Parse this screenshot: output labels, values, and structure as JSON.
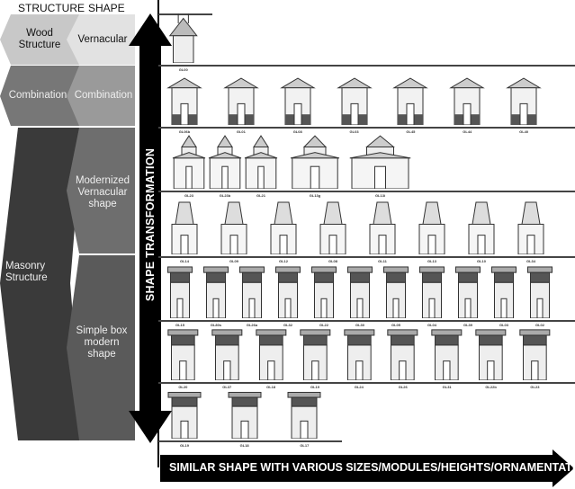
{
  "headers": {
    "structure": "STRUCTURE",
    "shape": "SHAPE"
  },
  "structure": {
    "wood": "Wood Structure",
    "combination": "Combination",
    "masonry": "Masonry Structure"
  },
  "shape": {
    "vernacular": "Vernacular",
    "combination": "Combination",
    "modernized": "Modernized Vernacular shape",
    "simple_box": "Simple box modern shape"
  },
  "axes": {
    "vertical": "SHAPE TRANSFORMATION",
    "horizontal": "SIMILAR SHAPE WITH VARIOUS SIZES/MODULES/HEIGHTS/ORNAMENTATION"
  },
  "rows": [
    {
      "codes": [
        "GL00"
      ],
      "style": "vernacular"
    },
    {
      "codes": [
        "GL06b",
        "GL01",
        "GL08",
        "GL03",
        "GL45",
        "GL44",
        "GL40"
      ],
      "style": "combo"
    },
    {
      "codes": [
        "GL23",
        "GL23b",
        "GL21",
        "GL13g",
        "GL13i"
      ],
      "style": "modern"
    },
    {
      "codes": [
        "GL14",
        "GL09",
        "GL12",
        "GL08",
        "GL11",
        "GL13",
        "GL10",
        "GL34"
      ],
      "style": "roof"
    },
    {
      "codes": [
        "GL15",
        "GL80s",
        "GL26a",
        "GL32",
        "GL22",
        "GL30",
        "GL05",
        "GL04",
        "GL39",
        "GL03",
        "GL02"
      ],
      "style": "box"
    },
    {
      "codes": [
        "GL20",
        "GL37",
        "GL18",
        "GL19",
        "GL24",
        "GL26",
        "GL31",
        "GL22b",
        "GL23"
      ],
      "style": "box"
    },
    {
      "codes": [
        "GL19",
        "GL18",
        "GL17"
      ],
      "style": "box"
    }
  ],
  "colors": {
    "wood": "#c8c8c8",
    "vernacular": "#e2e2e2",
    "combo_struct": "#777777",
    "combo_shape": "#9a9a9a",
    "masonry": "#3a3a3a",
    "modernized": "#6e6e6e",
    "simple_box": "#5a5a5a"
  }
}
